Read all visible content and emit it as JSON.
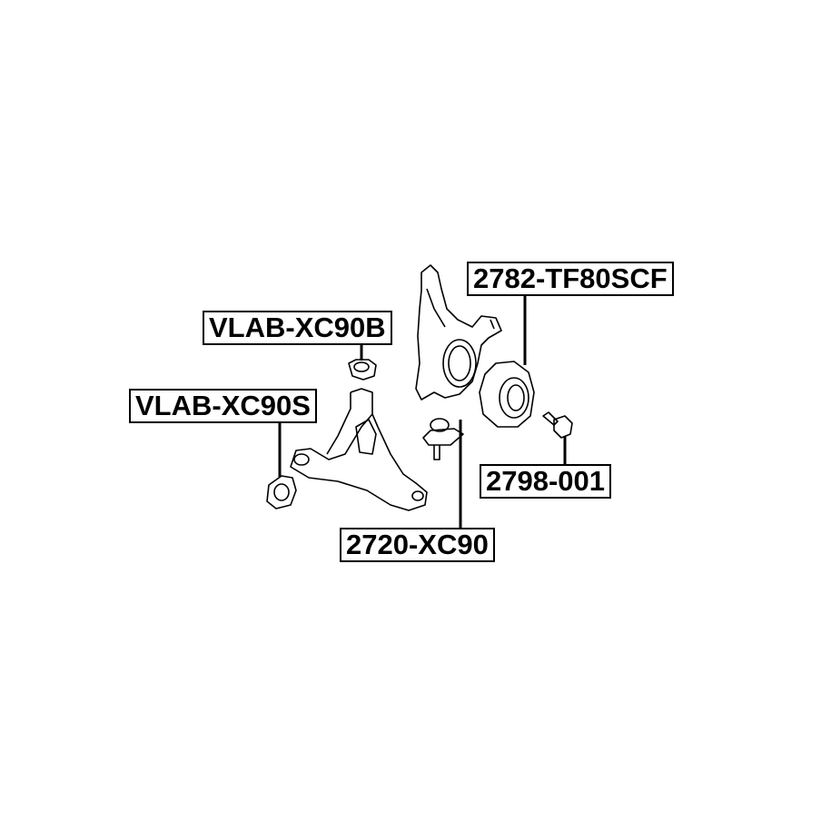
{
  "labels": {
    "hub": "2782-TF80SCF",
    "bushing_b": "VLAB-XC90B",
    "bushing_s": "VLAB-XC90S",
    "bolt": "2798-001",
    "ball_joint": "2720-XC90"
  }
}
